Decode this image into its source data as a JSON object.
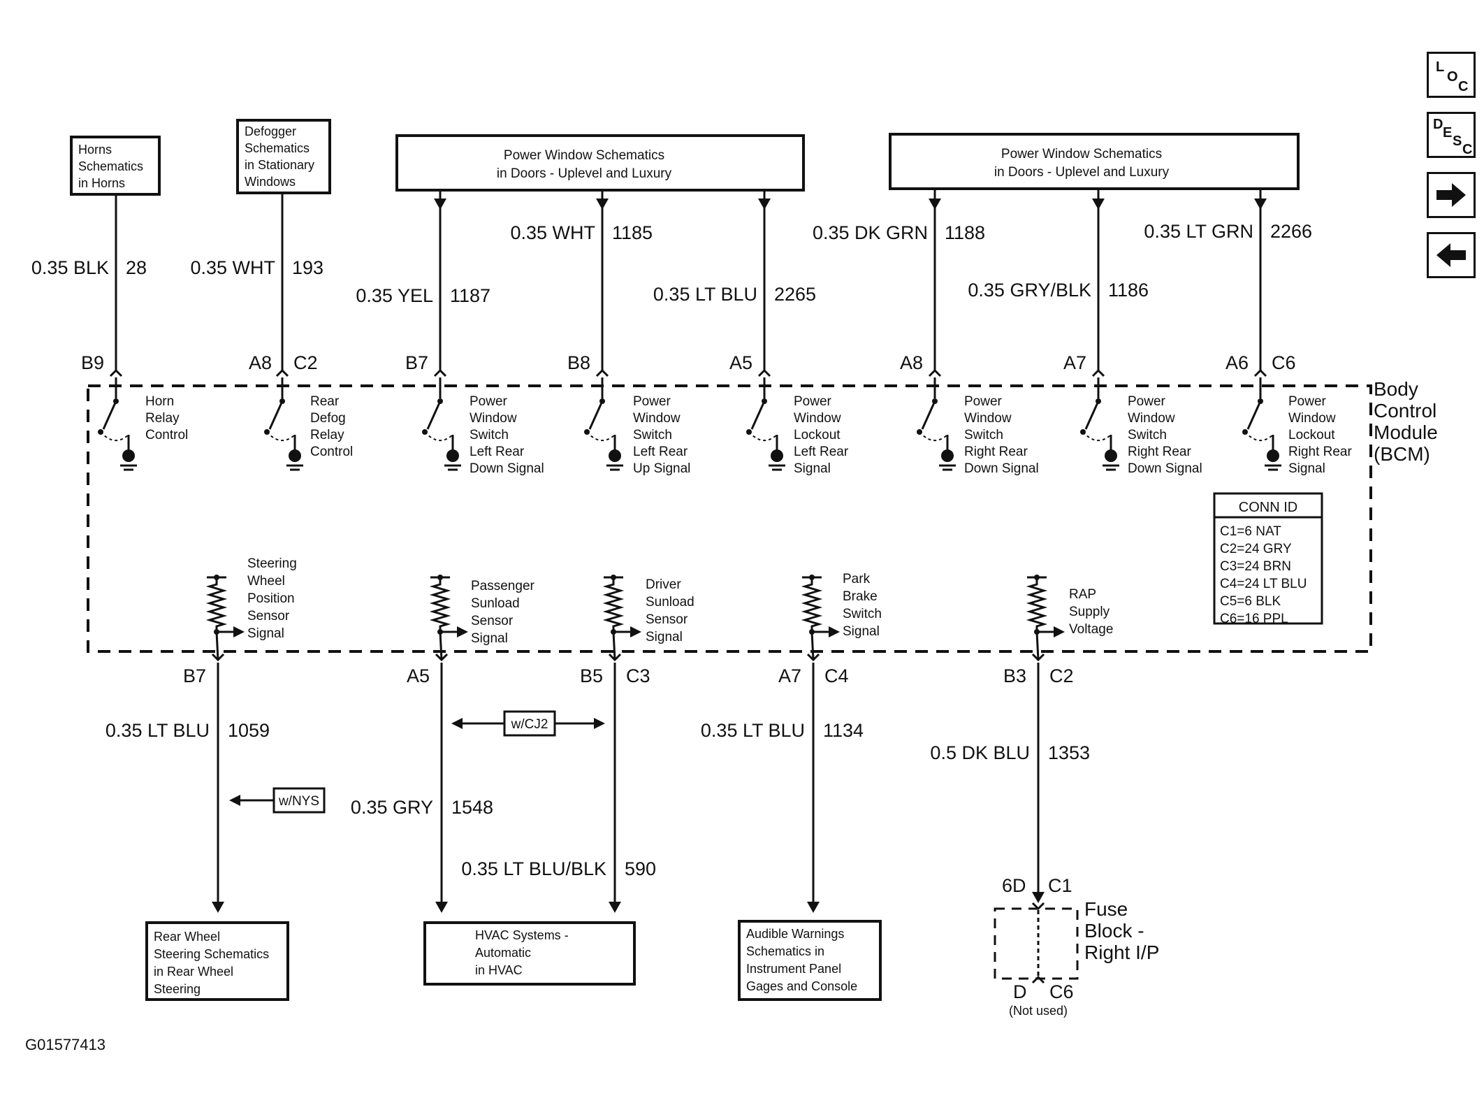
{
  "nav_buttons": {
    "loc": [
      "L",
      "O",
      "C"
    ],
    "desc": [
      "D",
      "E",
      "S",
      "C"
    ]
  },
  "figure_id": "G01577413",
  "bcm": {
    "label_lines": [
      "Body",
      "Control",
      "Module",
      "(BCM)"
    ]
  },
  "conn_id": {
    "title": "CONN ID",
    "rows": [
      "C1=6 NAT",
      "C2=24 GRY",
      "C3=24 BRN",
      "C4=24 LT BLU",
      "C5=6 BLK",
      "C6=16 PPL"
    ]
  },
  "top_boxes": [
    {
      "id": "horns",
      "lines": [
        "Horns",
        "Schematics",
        "in Horns"
      ]
    },
    {
      "id": "defogger",
      "lines": [
        "Defogger",
        "Schematics",
        "in Stationary",
        "Windows"
      ]
    },
    {
      "id": "pw-left",
      "lines": [
        "Power Window Schematics",
        "in Doors - Uplevel and Luxury"
      ]
    },
    {
      "id": "pw-right",
      "lines": [
        "Power Window Schematics",
        "in Doors - Uplevel and Luxury"
      ]
    }
  ],
  "top_circuits": [
    {
      "wire": "0.35 BLK",
      "circuit": "28",
      "pins": [
        "B9",
        ""
      ],
      "desc": [
        "Horn",
        "Relay",
        "Control"
      ]
    },
    {
      "wire": "0.35 WHT",
      "circuit": "193",
      "pins": [
        "A8",
        "C2"
      ],
      "desc": [
        "Rear",
        "Defog",
        "Relay",
        "Control"
      ]
    },
    {
      "wire": "0.35 YEL",
      "circuit": "1187",
      "pins": [
        "B7",
        ""
      ],
      "desc": [
        "Power",
        "Window",
        "Switch",
        "Left Rear",
        "Down Signal"
      ]
    },
    {
      "wire": "0.35 WHT",
      "circuit": "1185",
      "pins": [
        "B8",
        ""
      ],
      "desc": [
        "Power",
        "Window",
        "Switch",
        "Left Rear",
        "Up Signal"
      ]
    },
    {
      "wire": "0.35 LT BLU",
      "circuit": "2265",
      "pins": [
        "A5",
        ""
      ],
      "desc": [
        "Power",
        "Window",
        "Lockout",
        "Left Rear",
        "Signal"
      ]
    },
    {
      "wire": "0.35 DK GRN",
      "circuit": "1188",
      "pins": [
        "A8",
        ""
      ],
      "desc": [
        "Power",
        "Window",
        "Switch",
        "Right Rear",
        "Down Signal"
      ]
    },
    {
      "wire": "0.35 GRY/BLK",
      "circuit": "1186",
      "pins": [
        "A7",
        ""
      ],
      "desc": [
        "Power",
        "Window",
        "Switch",
        "Right Rear",
        "Down Signal"
      ]
    },
    {
      "wire": "0.35 LT GRN",
      "circuit": "2266",
      "pins": [
        "A6",
        "C6"
      ],
      "desc": [
        "Power",
        "Window",
        "Lockout",
        "Right Rear",
        "Signal"
      ]
    }
  ],
  "bottom_circuits": [
    {
      "wire": "0.35 LT BLU",
      "circuit": "1059",
      "pins": [
        "B7",
        ""
      ],
      "desc": [
        "Steering",
        "Wheel",
        "Position",
        "Sensor",
        "Signal"
      ]
    },
    {
      "wire": "0.35 GRY",
      "circuit": "1548",
      "pins": [
        "A5",
        ""
      ],
      "desc": [
        "Passenger",
        "Sunload",
        "Sensor",
        "Signal"
      ]
    },
    {
      "wire": "0.35 LT BLU/BLK",
      "circuit": "590",
      "pins": [
        "B5",
        "C3"
      ],
      "desc": [
        "Driver",
        "Sunload",
        "Sensor",
        "Signal"
      ]
    },
    {
      "wire": "0.35 LT BLU",
      "circuit": "1134",
      "pins": [
        "A7",
        "C4"
      ],
      "desc": [
        "Park",
        "Brake",
        "Switch",
        "Signal"
      ]
    },
    {
      "wire": "0.5 DK BLU",
      "circuit": "1353",
      "pins": [
        "B3",
        "C2"
      ],
      "desc": [
        "RAP",
        "Supply",
        "Voltage"
      ]
    }
  ],
  "options": {
    "nys": "w/NYS",
    "cj2": "w/CJ2"
  },
  "bottom_boxes": [
    {
      "id": "rear-wheel-steering",
      "lines": [
        "Rear Wheel",
        "Steering Schematics",
        "in Rear Wheel",
        "Steering"
      ]
    },
    {
      "id": "hvac",
      "lines": [
        "HVAC Systems -",
        "Automatic",
        "in HVAC"
      ]
    },
    {
      "id": "audible-warnings",
      "lines": [
        "Audible Warnings",
        "Schematics in",
        "Instrument Panel",
        "Gages and Console"
      ]
    }
  ],
  "fuse_block": {
    "label_lines": [
      "Fuse",
      "Block -",
      "Right I/P"
    ],
    "top_pins": [
      "6D",
      "C1"
    ],
    "bottom_pins": [
      "D",
      "C6"
    ],
    "note": "(Not used)"
  }
}
